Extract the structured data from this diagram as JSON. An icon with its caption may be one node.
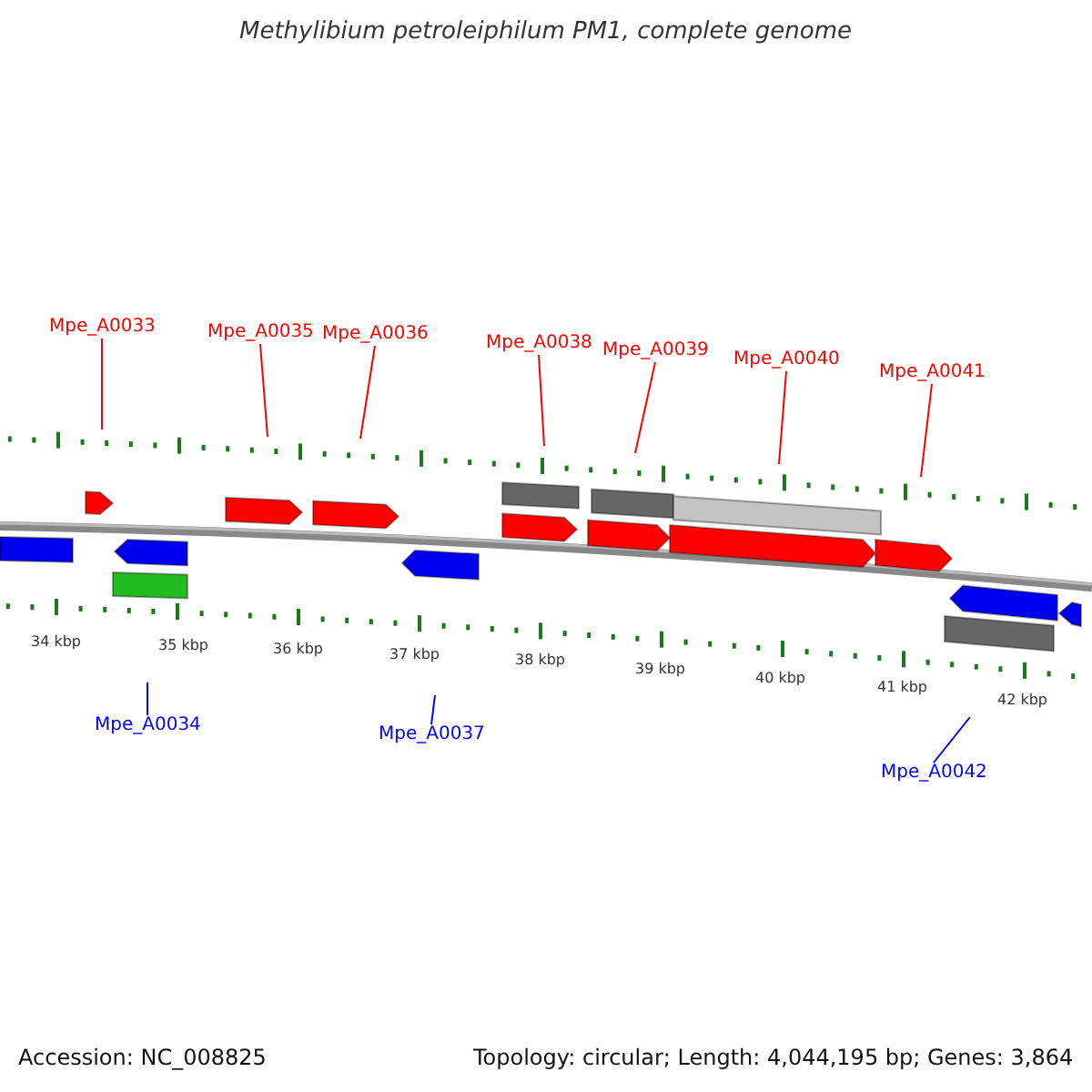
{
  "diagram": {
    "title": "Methylibium petroleiphilum PM1, complete genome",
    "nodes": [
      {
        "text": [
          "Mpe_A0033"
        ]
      },
      {
        "text": [
          "Mpe_A0035"
        ]
      },
      {
        "text": [
          "Mpe_A0036"
        ]
      },
      {
        "text": [
          "Mpe_A0038"
        ]
      },
      {
        "text": [
          "Mpe_A0039"
        ]
      },
      {
        "text": [
          "Mpe_A0040"
        ]
      },
      {
        "text": [
          "Mpe_A0041"
        ]
      },
      {
        "text": [
          "Mpe_A0034"
        ]
      },
      {
        "text": [
          "Mpe_A0037"
        ]
      },
      {
        "text": [
          "Mpe_A0042"
        ]
      }
    ],
    "edges": [
      {
        "from": 0,
        "to": null,
        "arrow": "none"
      },
      {
        "from": 1,
        "to": null,
        "arrow": "none"
      },
      {
        "from": 2,
        "to": null,
        "arrow": "none"
      },
      {
        "from": 3,
        "to": null,
        "arrow": "none"
      },
      {
        "from": 4,
        "to": null,
        "arrow": "none"
      },
      {
        "from": 5,
        "to": null,
        "arrow": "none"
      },
      {
        "from": 6,
        "to": null,
        "arrow": "none"
      },
      {
        "from": 7,
        "to": null,
        "arrow": "none",
        "color": "#0000ff"
      },
      {
        "from": 8,
        "to": null,
        "arrow": "none",
        "color": "#0000ff"
      },
      {
        "from": 9,
        "to": null,
        "arrow": "none",
        "color": "#0000ff"
      }
    ],
    "labels": [
      "34 kbp",
      "35 kbp",
      "36 kbp",
      "37 kbp",
      "38 kbp",
      "39 kbp",
      "40 kbp",
      "41 kbp",
      "42 kbp",
      "Accession: NC_008825",
      "Topology: circular; Length: 4,044,195 bp; Genes: 3,864"
    ]
  }
}
